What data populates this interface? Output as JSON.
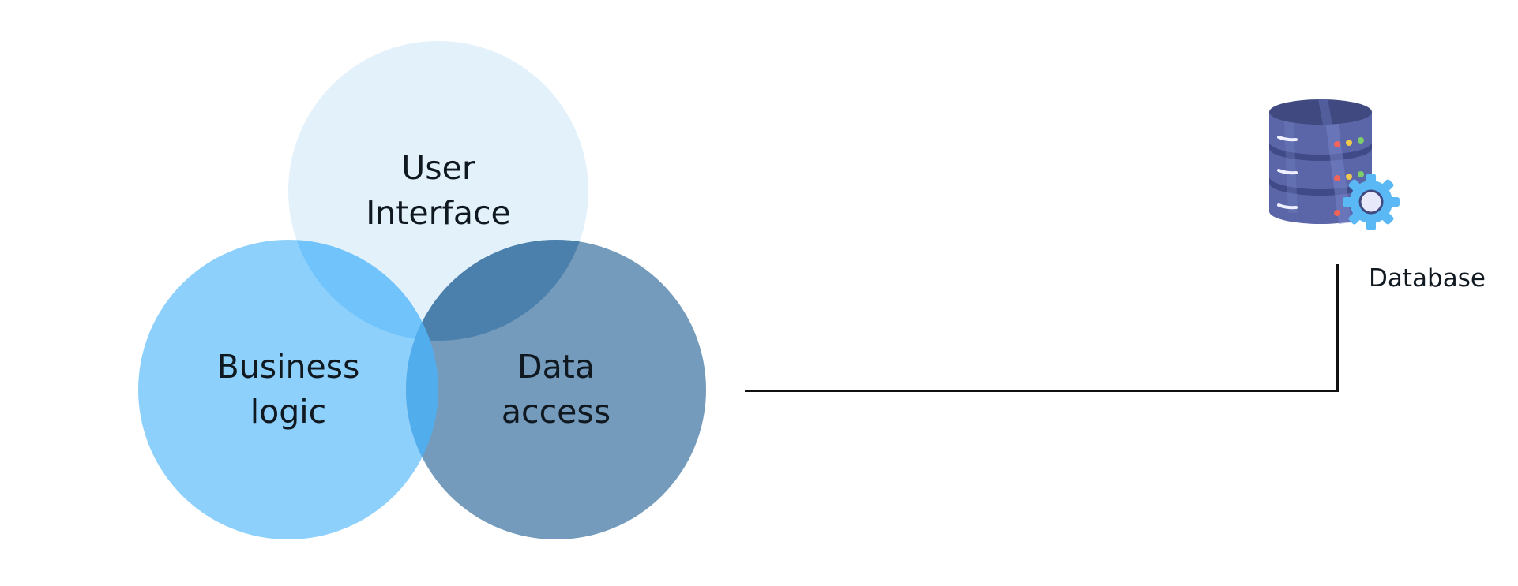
{
  "diagram": {
    "venn": {
      "user_interface": {
        "line1": "User",
        "line2": "Interface",
        "color": "#e2f1fa"
      },
      "business_logic": {
        "line1": "Business",
        "line2": "logic",
        "color": "#8dd0fc"
      },
      "data_access": {
        "line1": "Data",
        "line2": "access",
        "color": "#749bbc"
      }
    },
    "database": {
      "label": "Database",
      "icon": "database-gear-icon"
    },
    "connector": {
      "color": "#111111"
    }
  }
}
